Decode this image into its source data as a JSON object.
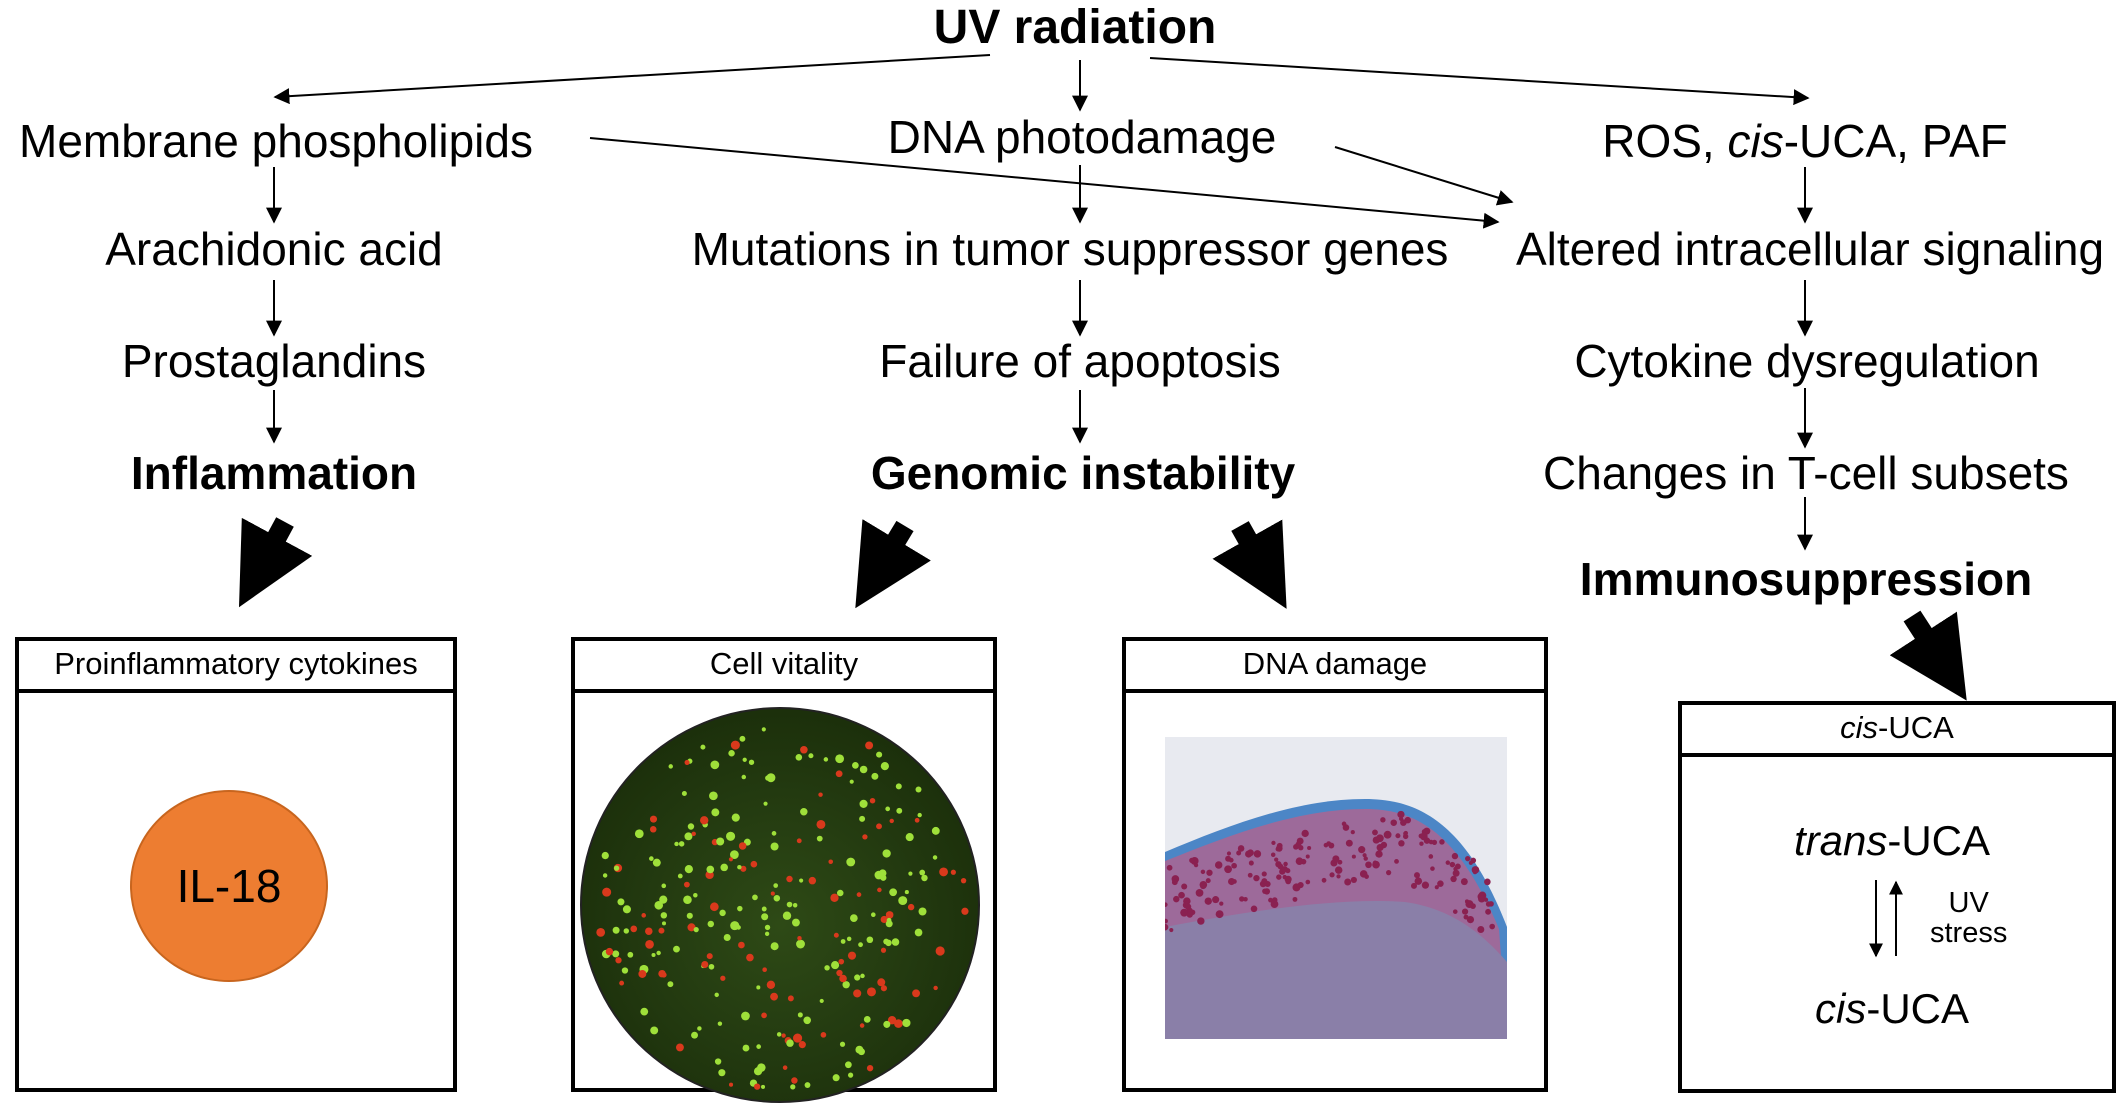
{
  "nodes": {
    "uv": "UV radiation",
    "membrane": "Membrane phospholipids",
    "dna_photo": "DNA photodamage",
    "ros_prefix": "ROS, ",
    "ros_cis": "cis",
    "ros_suffix": "-UCA, PAF",
    "arachidonic": "Arachidonic acid",
    "mutations": "Mutations in tumor suppressor genes",
    "altered": "Altered intracellular signaling",
    "prostaglandins": "Prostaglandins",
    "apoptosis": "Failure of apoptosis",
    "cytokine_dys": "Cytokine dysregulation",
    "inflammation": "Inflammation",
    "genomic": "Genomic instability",
    "tcell": "Changes in T-cell subsets",
    "immuno": "Immunosuppression"
  },
  "panels": {
    "proinflam": {
      "title": "Proinflammatory cytokines",
      "marker": "IL-18"
    },
    "vitality": {
      "title": "Cell vitality"
    },
    "dna_damage": {
      "title": "DNA damage"
    },
    "cisuca": {
      "title_cis": "cis",
      "title_suffix": "-UCA",
      "trans_prefix": "trans",
      "trans_suffix": "-UCA",
      "uv_stress_line1": "UV",
      "uv_stress_line2": "stress",
      "cis_prefix": "cis",
      "cis_suffix": "-UCA"
    }
  },
  "colors": {
    "il18": "#ed7d31",
    "micro_bg": "#1f3410",
    "live_cells": "#9fe03a",
    "dead_cells": "#d9391c",
    "epidermis_border": "#4c86c6",
    "nuclei": "#8a2151"
  }
}
